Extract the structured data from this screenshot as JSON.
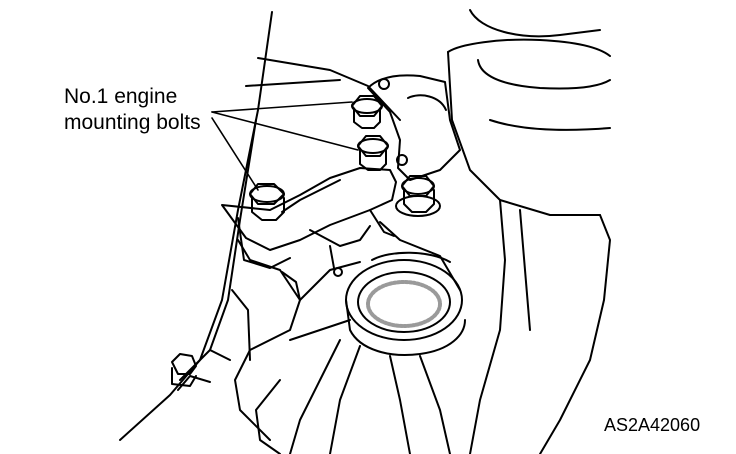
{
  "callout": {
    "line1": "No.1 engine",
    "line2": "mounting bolts"
  },
  "figure_code": "AS2A42060",
  "colors": {
    "ink": "#000000",
    "paper": "#ffffff",
    "shading": "#9a9a9a"
  }
}
